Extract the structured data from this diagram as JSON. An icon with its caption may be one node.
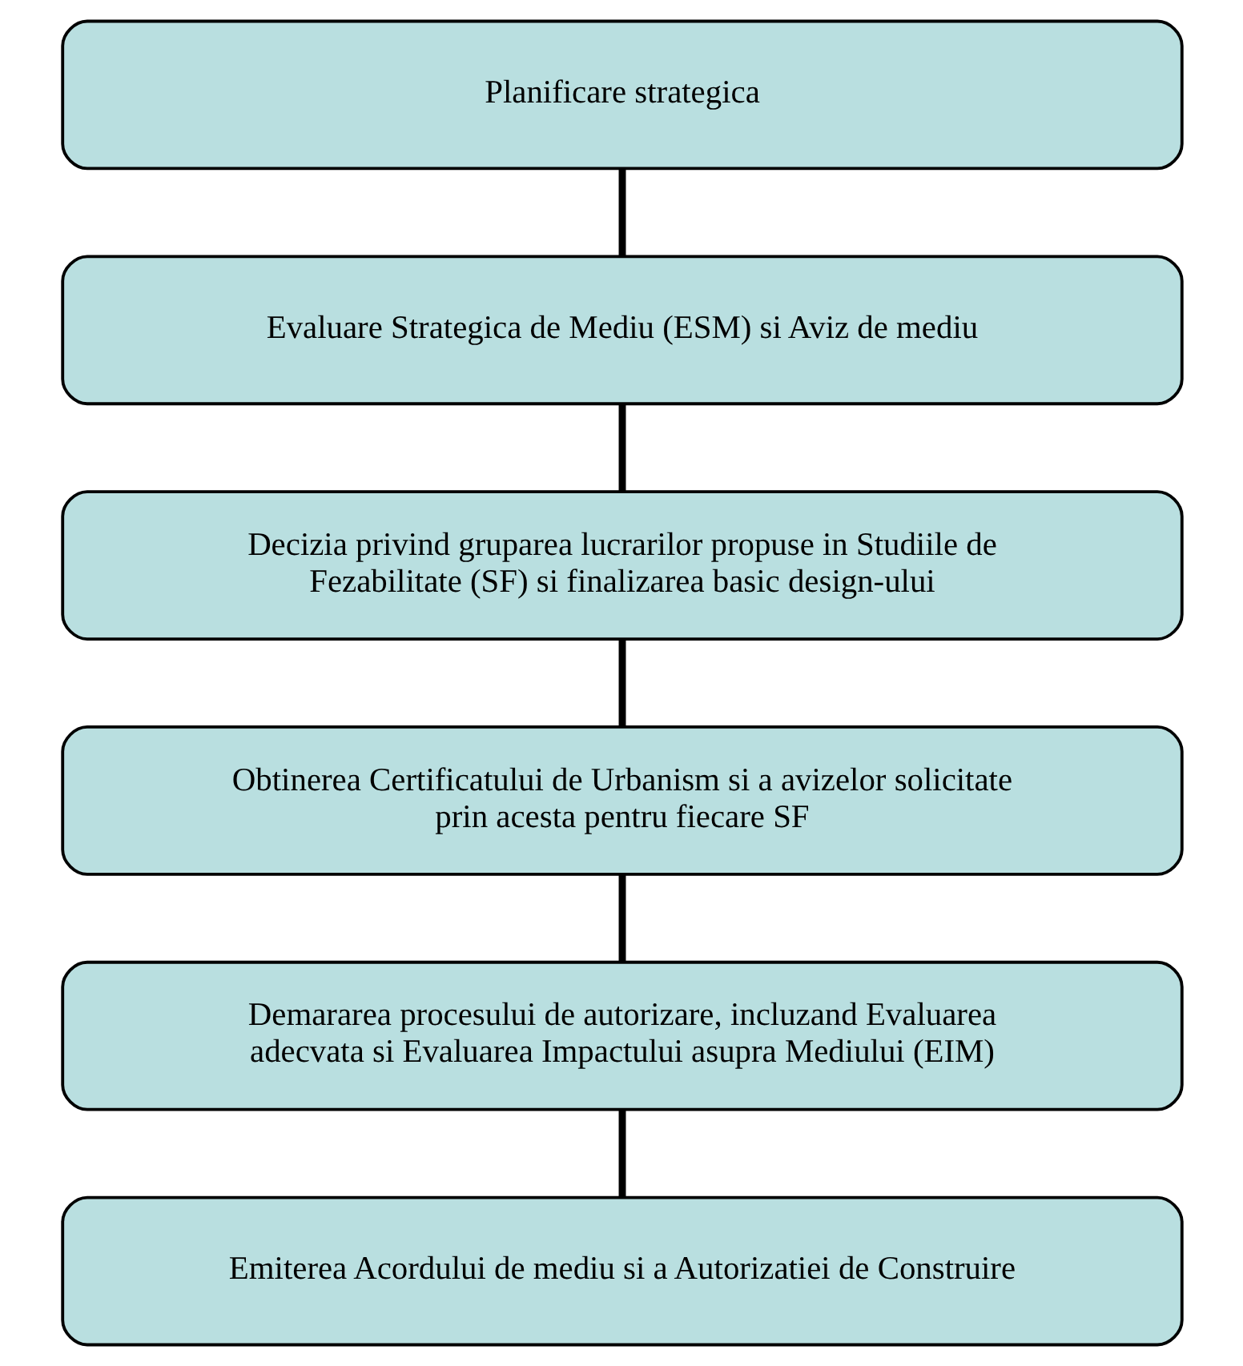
{
  "diagram": {
    "nodes": [
      {
        "text": [
          "Planificare strategica"
        ]
      },
      {
        "text": [
          "Evaluare Strategica de Mediu (ESM) si Aviz de mediu"
        ]
      },
      {
        "text": [
          "Decizia privind gruparea lucrarilor propuse in Studiile de Fezabilitate (SF) si finalizarea basic design-ului"
        ]
      },
      {
        "text": [
          "Obtinerea Certificatului de Urbanism si a avizelor solicitate prin acesta pentru fiecare SF"
        ]
      },
      {
        "text": [
          "Demararea procesului de autorizare, incluzand Evaluarea adecvata si Evaluarea Impactului asupra Mediului (EIM)"
        ]
      },
      {
        "text": [
          "Emiterea Acordului de mediu si a Autorizatiei de Construire"
        ]
      }
    ],
    "edges": [
      {
        "from": 0,
        "to": 1,
        "arrow": "none"
      },
      {
        "from": 1,
        "to": 2,
        "arrow": "none"
      },
      {
        "from": 2,
        "to": 3,
        "arrow": "none"
      },
      {
        "from": 3,
        "to": 4,
        "arrow": "none"
      },
      {
        "from": 4,
        "to": 5,
        "arrow": "none"
      }
    ]
  }
}
